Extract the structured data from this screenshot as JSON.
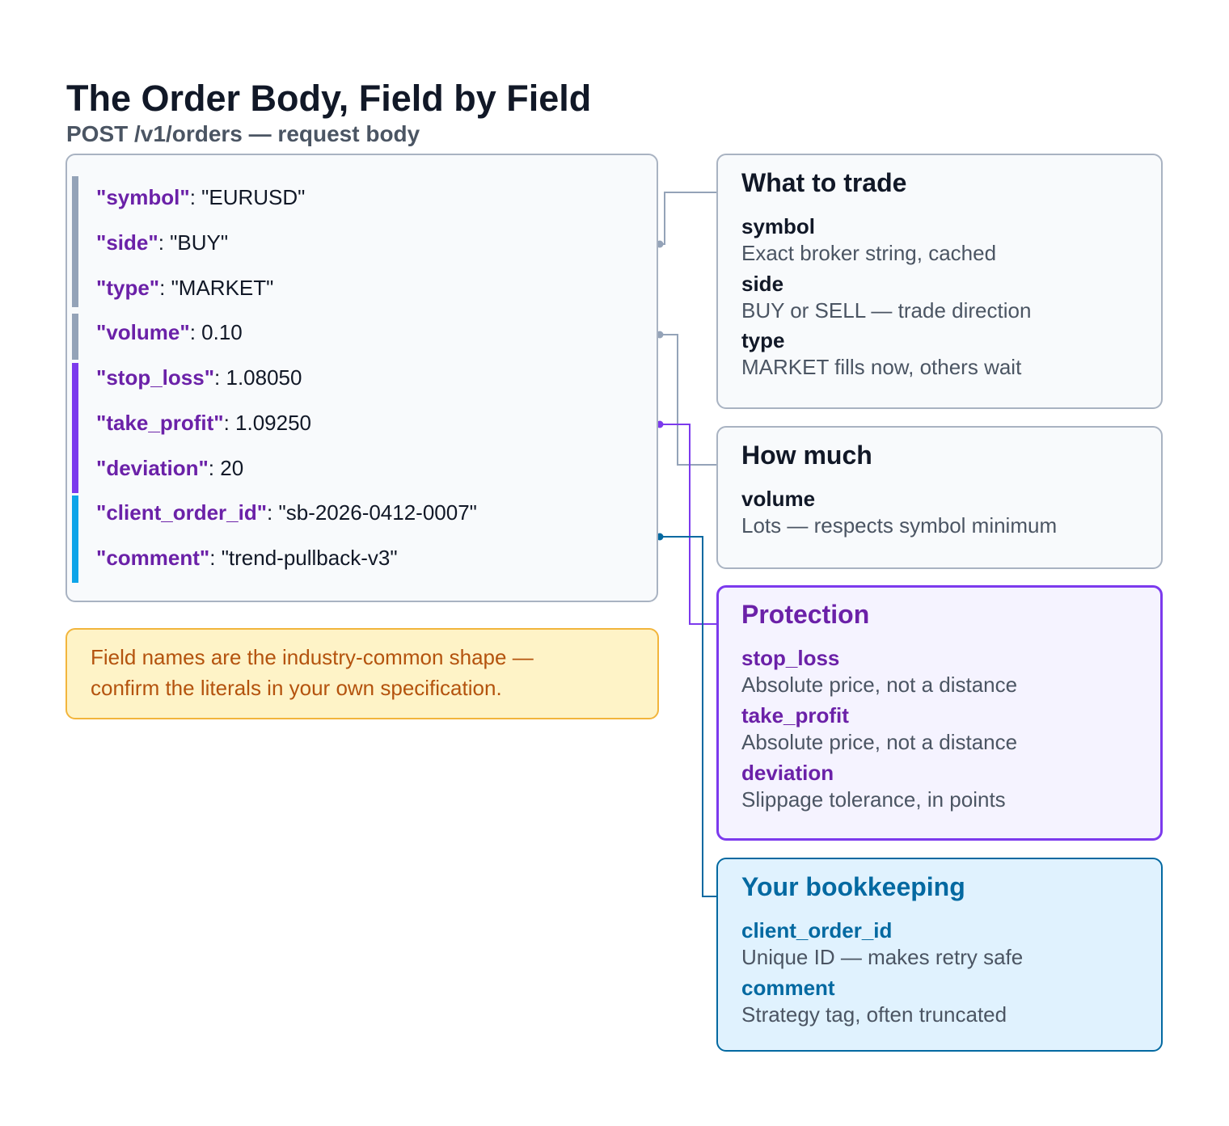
{
  "header": {
    "title": "The Order Body, Field by Field",
    "subtitle": "POST /v1/orders — request body"
  },
  "code": {
    "lines": [
      {
        "key": "\"symbol\"",
        "value": "\"EURUSD\""
      },
      {
        "key": "\"side\"",
        "value": "\"BUY\""
      },
      {
        "key": "\"type\"",
        "value": "\"MARKET\""
      },
      {
        "key": "\"volume\"",
        "value": "0.10"
      },
      {
        "key": "\"stop_loss\"",
        "value": "1.08050"
      },
      {
        "key": "\"take_profit\"",
        "value": "1.09250"
      },
      {
        "key": "\"deviation\"",
        "value": "20"
      },
      {
        "key": "\"client_order_id\"",
        "value": "\"sb-2026-0412-0007\""
      },
      {
        "key": "\"comment\"",
        "value": "\"trend-pullback-v3\""
      }
    ],
    "separator": ": "
  },
  "note": {
    "line1": "Field names are the industry-common shape —",
    "line2": "confirm the literals in your own specification."
  },
  "groups": [
    {
      "title": "What to trade",
      "color": "#94a3b8",
      "fields": [
        {
          "name": "symbol",
          "desc": "Exact broker string, cached"
        },
        {
          "name": "side",
          "desc": "BUY or SELL — trade direction"
        },
        {
          "name": "type",
          "desc": "MARKET fills now, others wait"
        }
      ]
    },
    {
      "title": "How much",
      "color": "#94a3b8",
      "fields": [
        {
          "name": "volume",
          "desc": "Lots — respects symbol minimum"
        }
      ]
    },
    {
      "title": "Protection",
      "color": "#7c3aed",
      "fields": [
        {
          "name": "stop_loss",
          "desc": "Absolute price, not a distance"
        },
        {
          "name": "take_profit",
          "desc": "Absolute price, not a distance"
        },
        {
          "name": "deviation",
          "desc": "Slippage tolerance, in points"
        }
      ]
    },
    {
      "title": "Your bookkeeping",
      "color": "#0369a1",
      "fields": [
        {
          "name": "client_order_id",
          "desc": "Unique ID — makes retry safe"
        },
        {
          "name": "comment",
          "desc": "Strategy tag, often truncated"
        }
      ]
    }
  ],
  "colors": {
    "neutral": "#94a3b8",
    "protection": "#7c3aed",
    "bookkeeping": "#0ea5e9",
    "bookkeeping_dark": "#0369a1",
    "key_text": "#6b21a8"
  }
}
